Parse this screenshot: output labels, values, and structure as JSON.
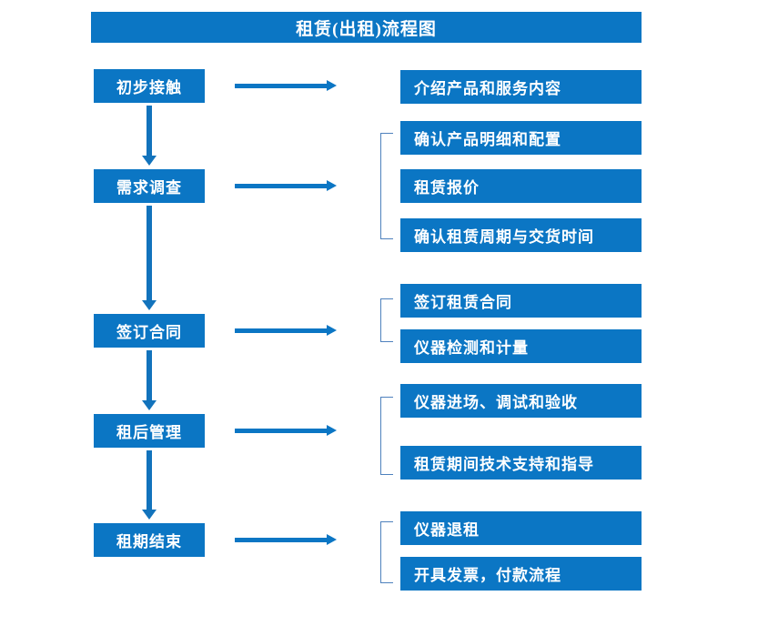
{
  "diagram": {
    "title": "租赁(出租)流程图",
    "accent_color": "#0B76C4",
    "bracket_color": "#4E81BD",
    "arrow_color": "#1273BC",
    "text_color": "#FFFFFF",
    "background_color": "#FFFFFF"
  },
  "stages": [
    {
      "label": "初步接触"
    },
    {
      "label": "需求调查"
    },
    {
      "label": "签订合同"
    },
    {
      "label": "租后管理"
    },
    {
      "label": "租期结束"
    }
  ],
  "details": [
    {
      "label": "介绍产品和服务内容"
    },
    {
      "label": "确认产品明细和配置"
    },
    {
      "label": "租赁报价"
    },
    {
      "label": "确认租赁周期与交货时间"
    },
    {
      "label": "签订租赁合同"
    },
    {
      "label": "仪器检测和计量"
    },
    {
      "label": "仪器进场、调试和验收"
    },
    {
      "label": "租赁期间技术支持和指导"
    },
    {
      "label": "仪器退租"
    },
    {
      "label": "开具发票，付款流程"
    }
  ]
}
